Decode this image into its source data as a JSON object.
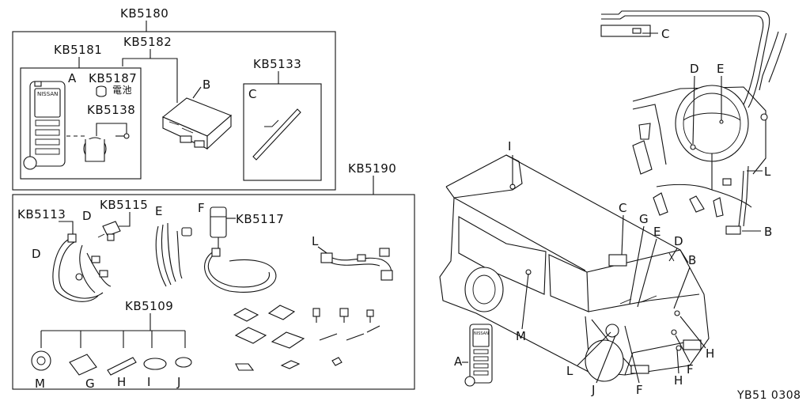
{
  "labels": {
    "kb5180": "KB5180",
    "kb5181": "KB5181",
    "kb5182": "KB5182",
    "kb5187": "KB5187",
    "kb5138": "KB5138",
    "kb5133": "KB5133",
    "kb5190": "KB5190",
    "kb5113": "KB5113",
    "kb5115": "KB5115",
    "kb5117": "KB5117",
    "kb5109": "KB5109",
    "battery_text": "電池",
    "nissan": "NISSAN",
    "letters": {
      "A": "A",
      "B": "B",
      "C": "C",
      "D": "D",
      "E": "E",
      "F": "F",
      "G": "G",
      "H": "H",
      "I": "I",
      "J": "J",
      "L": "L",
      "M": "M"
    },
    "footer_code": "YB51 0308"
  }
}
